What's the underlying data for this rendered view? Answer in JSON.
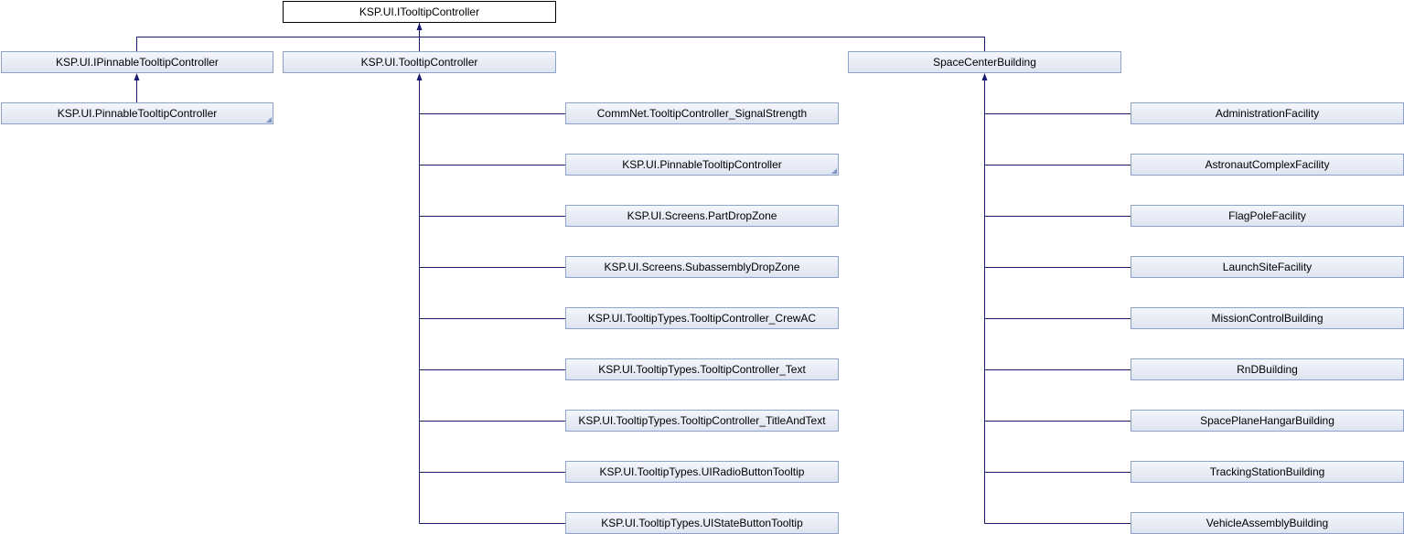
{
  "diagram": {
    "root": {
      "label": "KSP.UI.ITooltipController"
    },
    "interfaces": [
      {
        "label": "KSP.UI.IPinnableTooltipController"
      },
      {
        "label": "KSP.UI.PinnableTooltipController"
      }
    ],
    "tooltip_controller": {
      "label": "KSP.UI.TooltipController",
      "children": [
        {
          "label": "CommNet.TooltipController_SignalStrength"
        },
        {
          "label": "KSP.UI.PinnableTooltipController"
        },
        {
          "label": "KSP.UI.Screens.PartDropZone"
        },
        {
          "label": "KSP.UI.Screens.SubassemblyDropZone"
        },
        {
          "label": "KSP.UI.TooltipTypes.TooltipController_CrewAC"
        },
        {
          "label": "KSP.UI.TooltipTypes.TooltipController_Text"
        },
        {
          "label": "KSP.UI.TooltipTypes.TooltipController_TitleAndText"
        },
        {
          "label": "KSP.UI.TooltipTypes.UIRadioButtonTooltip"
        },
        {
          "label": "KSP.UI.TooltipTypes.UIStateButtonTooltip"
        }
      ]
    },
    "space_center_building": {
      "label": "SpaceCenterBuilding",
      "children": [
        {
          "label": "AdministrationFacility"
        },
        {
          "label": "AstronautComplexFacility"
        },
        {
          "label": "FlagPoleFacility"
        },
        {
          "label": "LaunchSiteFacility"
        },
        {
          "label": "MissionControlBuilding"
        },
        {
          "label": "RnDBuilding"
        },
        {
          "label": "SpacePlaneHangarBuilding"
        },
        {
          "label": "TrackingStationBuilding"
        },
        {
          "label": "VehicleAssemblyBuilding"
        }
      ]
    },
    "colors": {
      "edge": "#191970",
      "node_border": "#8fa3c9",
      "root_border": "#000000"
    }
  }
}
